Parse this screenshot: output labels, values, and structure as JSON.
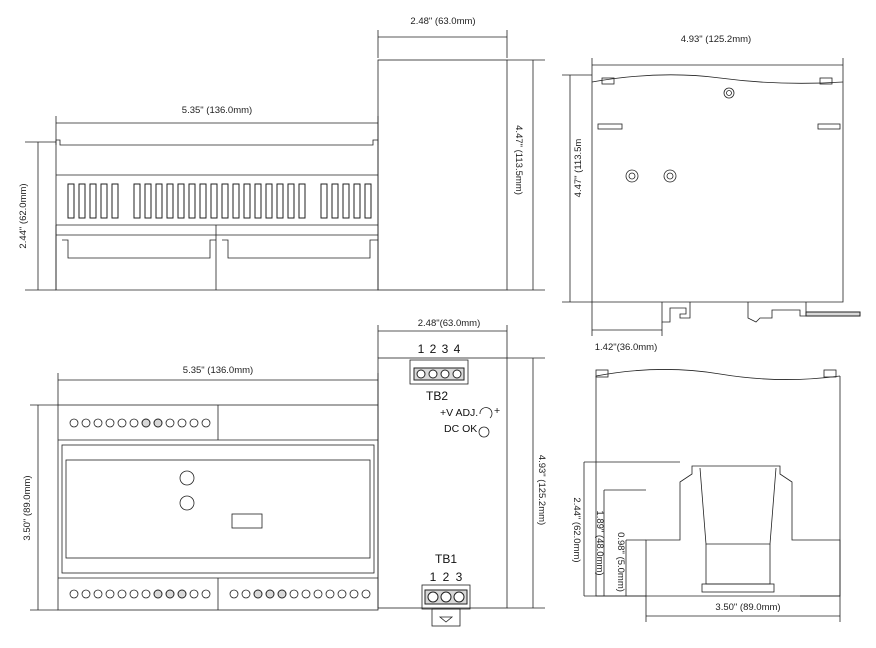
{
  "dimensions": {
    "top_side_depth": "2.48\" (63.0mm)",
    "top_side_height": "4.47\"  (113.5mm)",
    "top_front_width": "5.35\" (136.0mm)",
    "top_front_height": "2.44\" (62.0mm)",
    "right_top_width": "4.93\" (125.2mm)",
    "right_top_height": "4.47\"  (113.5m",
    "right_top_offset": "1.42\"(36.0mm)",
    "bottom_front_width": "5.35\" (136.0mm)",
    "bottom_front_height": "3.50\" (89.0mm)",
    "bottom_side_depth": "2.48\"(63.0mm)",
    "bottom_side_height": "4.93\"  (125.2mm)",
    "bottom_right_h1": "2.44\"  (62.0mm)",
    "bottom_right_h2": "1.89\"  (48.0mm)",
    "bottom_right_h3": "0.98\"  (5.0mm)",
    "bottom_right_width": "3.50\" (89.0mm)"
  },
  "labels": {
    "tb2": "TB2",
    "tb2_pins": [
      "1",
      "2",
      "3",
      "4"
    ],
    "tb1": "TB1",
    "tb1_pins": [
      "1",
      "2",
      "3"
    ],
    "v_adj": "+V ADJ.",
    "plus": "+",
    "dc_ok": "DC OK"
  }
}
